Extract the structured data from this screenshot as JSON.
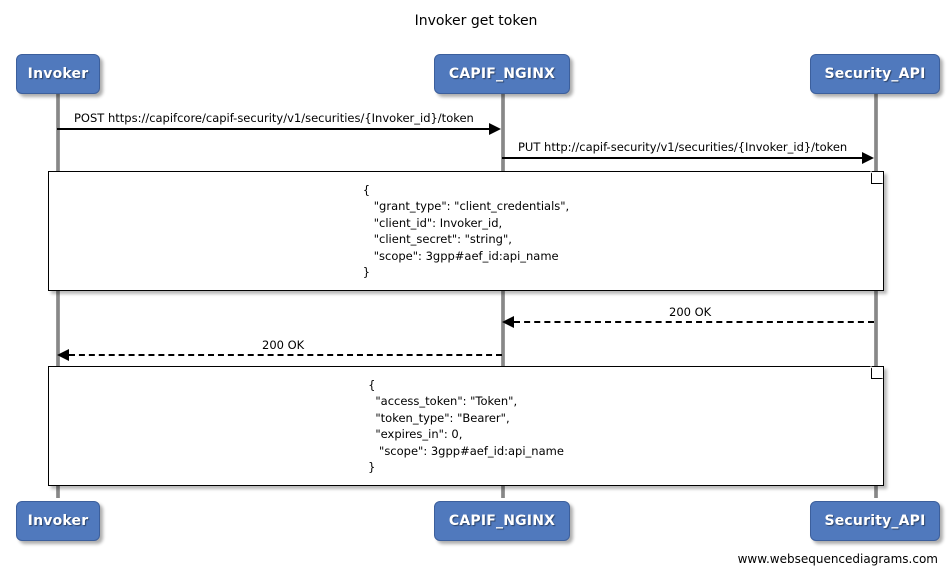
{
  "diagram": {
    "title": "Invoker get token",
    "footer": "www.websequencediagrams.com",
    "colors": {
      "participant_fill": "#5079bd",
      "participant_border": "#3c5f9c",
      "participant_text": "#ffffff",
      "line": "#000000",
      "lifeline": "#888888",
      "background": "#ffffff"
    }
  },
  "participants": [
    {
      "id": "invoker",
      "label": "Invoker"
    },
    {
      "id": "capif_nginx",
      "label": "CAPIF_NGINX"
    },
    {
      "id": "security_api",
      "label": "Security_API"
    }
  ],
  "participants_bottom": [
    {
      "id": "invoker_bottom",
      "label": "Invoker"
    },
    {
      "id": "capif_nginx_bottom",
      "label": "CAPIF_NGINX"
    },
    {
      "id": "security_api_bottom",
      "label": "Security_API"
    }
  ],
  "messages": [
    {
      "id": "msg-post-token",
      "label": "POST https://capifcore/capif-security/v1/securities/{Invoker_id}/token",
      "from": "Invoker",
      "to": "CAPIF_NGINX",
      "style": "solid",
      "direction": "right"
    },
    {
      "id": "msg-put-token",
      "label": "PUT http://capif-security/v1/securities/{Invoker_id}/token",
      "from": "CAPIF_NGINX",
      "to": "Security_API",
      "style": "solid",
      "direction": "right"
    },
    {
      "id": "msg-200-ok-security",
      "label": "200 OK",
      "from": "Security_API",
      "to": "CAPIF_NGINX",
      "style": "dashed",
      "direction": "left"
    },
    {
      "id": "msg-200-ok-invoker",
      "label": "200 OK",
      "from": "CAPIF_NGINX",
      "to": "Invoker",
      "style": "dashed",
      "direction": "left"
    }
  ],
  "notes": [
    {
      "id": "note-request-body",
      "lines": [
        "{",
        "   \"grant_type\": \"client_credentials\",",
        "   \"client_id\": Invoker_id,",
        "   \"client_secret\": \"string\",",
        "   \"scope\": 3gpp#aef_id:api_name",
        "}"
      ]
    },
    {
      "id": "note-response-body",
      "lines": [
        "{",
        "  \"access_token\": \"Token\",",
        "  \"token_type\": \"Bearer\",",
        "  \"expires_in\": 0,",
        "   \"scope\": 3gpp#aef_id:api_name",
        "}"
      ]
    }
  ]
}
